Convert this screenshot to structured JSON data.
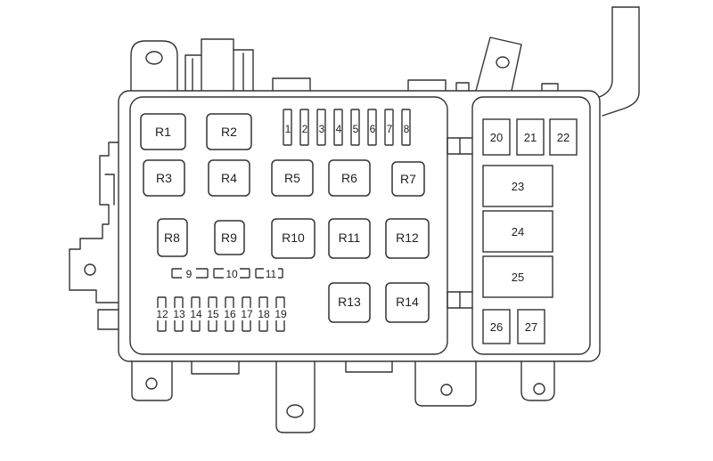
{
  "diagram": {
    "relays_main": [
      "R1",
      "R2",
      "R3",
      "R4",
      "R5",
      "R6",
      "R7",
      "R8",
      "R9",
      "R10",
      "R11",
      "R12",
      "R13",
      "R14"
    ],
    "fuses_top": [
      "1",
      "2",
      "3",
      "4",
      "5",
      "6",
      "7",
      "8"
    ],
    "fuses_mid": [
      "9",
      "10",
      "11"
    ],
    "fuses_bottom": [
      "12",
      "13",
      "14",
      "15",
      "16",
      "17",
      "18",
      "19"
    ],
    "side_small": [
      "20",
      "21",
      "22"
    ],
    "side_large": [
      "23",
      "24",
      "25"
    ],
    "side_bottom": [
      "26",
      "27"
    ]
  }
}
